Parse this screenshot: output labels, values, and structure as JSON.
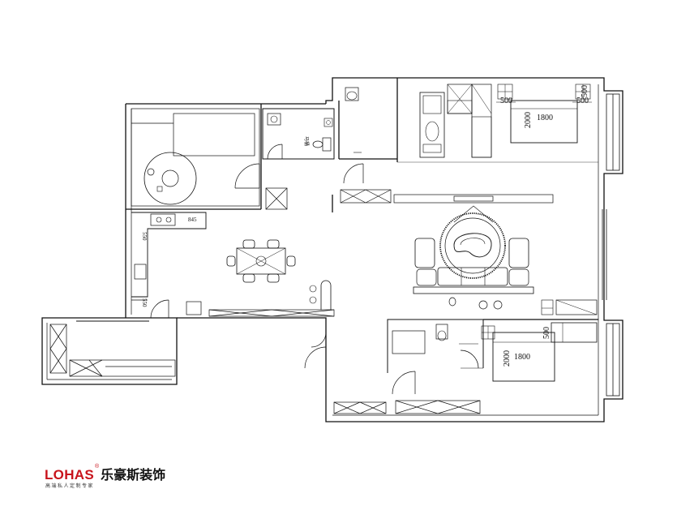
{
  "labels": {
    "bed_main_width": "1800",
    "bed_main_length": "2000",
    "bed_second_width": "1800",
    "bed_second_length": "2000",
    "nightstand_left": "500",
    "nightstand_right": "500",
    "nightstand_right_2": "500",
    "nightstand_second": "500",
    "counter_width": "845",
    "counter_side": "550",
    "window_side": "550",
    "toilet_note": "马桶"
  },
  "brand": {
    "name": "LOHAS",
    "registered": "®",
    "chinese": "乐豪斯装饰",
    "slogan": "高端私人定制专家",
    "color": "#c8141c"
  }
}
